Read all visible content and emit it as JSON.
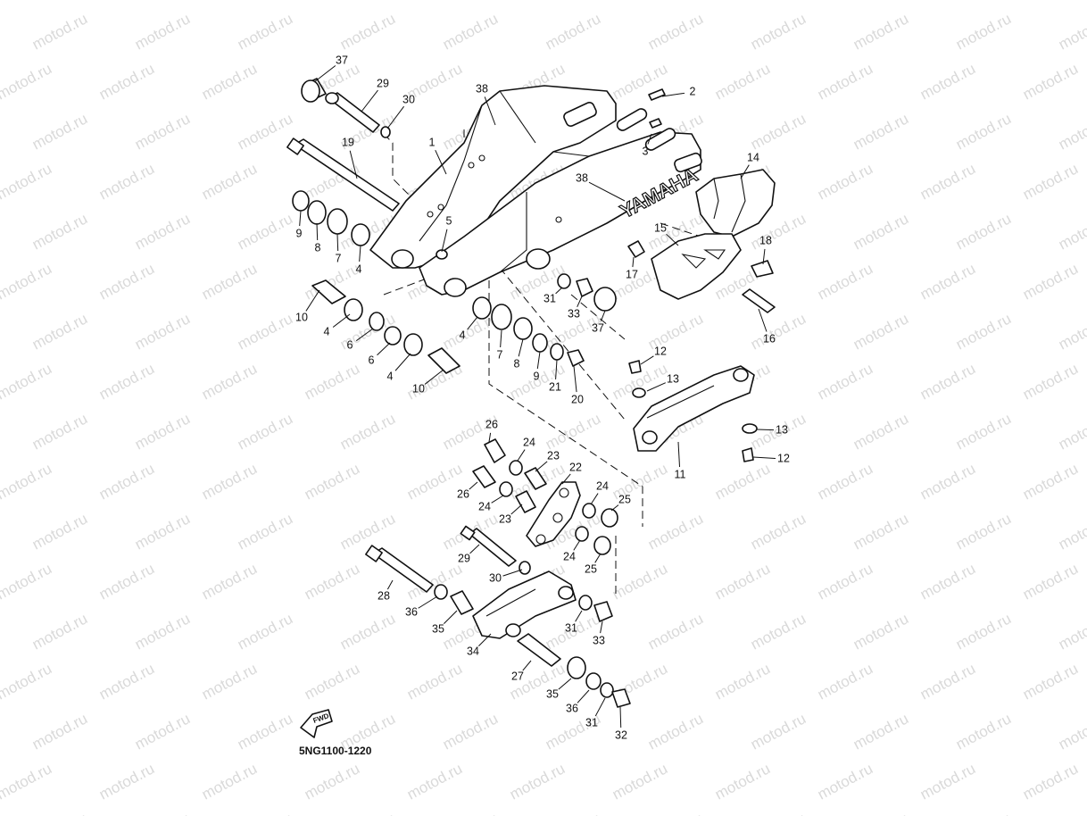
{
  "watermark": "motod.ru",
  "diagram_code": "5NG1100-1220",
  "brand_text": "YAMAHA",
  "fwd_text": "FWD",
  "labels": [
    "37",
    "29",
    "30",
    "38",
    "2",
    "1",
    "3",
    "19",
    "38",
    "14",
    "9",
    "8",
    "7",
    "4",
    "5",
    "15",
    "18",
    "17",
    "10",
    "4",
    "31",
    "33",
    "37",
    "16",
    "4",
    "7",
    "8",
    "9",
    "21",
    "20",
    "6",
    "6",
    "4",
    "10",
    "12",
    "13",
    "13",
    "12",
    "11",
    "26",
    "24",
    "23",
    "22",
    "26",
    "24",
    "23",
    "24",
    "25",
    "29",
    "24",
    "25",
    "30",
    "28",
    "36",
    "35",
    "34",
    "31",
    "33",
    "27",
    "35",
    "36",
    "31",
    "32"
  ]
}
